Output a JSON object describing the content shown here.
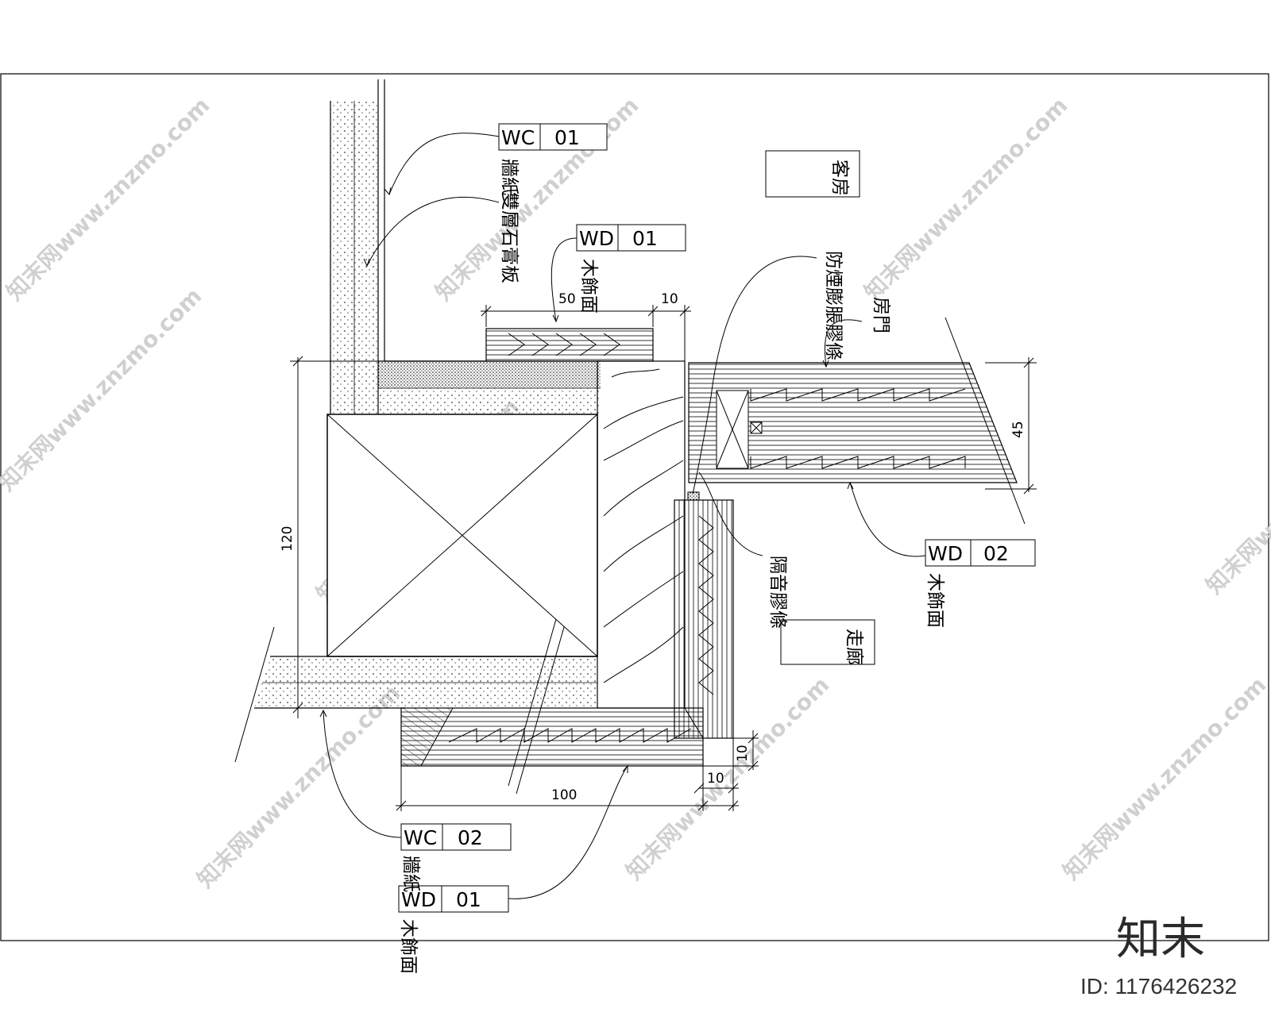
{
  "rooms": {
    "guest_room": "客房",
    "corridor": "走廊"
  },
  "tags": {
    "wc01": {
      "code": "WC",
      "num": "01"
    },
    "wd01_top": {
      "code": "WD",
      "num": "01"
    },
    "wd02": {
      "code": "WD",
      "num": "02"
    },
    "wc02": {
      "code": "WC",
      "num": "02"
    },
    "wd01_bottom": {
      "code": "WD",
      "num": "01"
    }
  },
  "labels": {
    "wallpaper_top": "牆紙",
    "double_gypsum": "雙層石膏板",
    "wood_finish_top": "木飾面",
    "fire_strip": "防煙膨脹膠條",
    "room_door": "房門",
    "sound_strip": "隔音膠條",
    "wood_finish_right": "木飾面",
    "wallpaper_bottom": "牆紙",
    "wood_finish_bottom": "木飾面"
  },
  "dimensions": {
    "d50": "50",
    "d10_top": "10",
    "d45": "45",
    "d120": "120",
    "d100": "100",
    "d10_bottom": "10",
    "d10_right": "10"
  },
  "watermark": {
    "text": "知末网www.znzmo.com",
    "logo": "知末",
    "id": "ID: 1176426232"
  }
}
